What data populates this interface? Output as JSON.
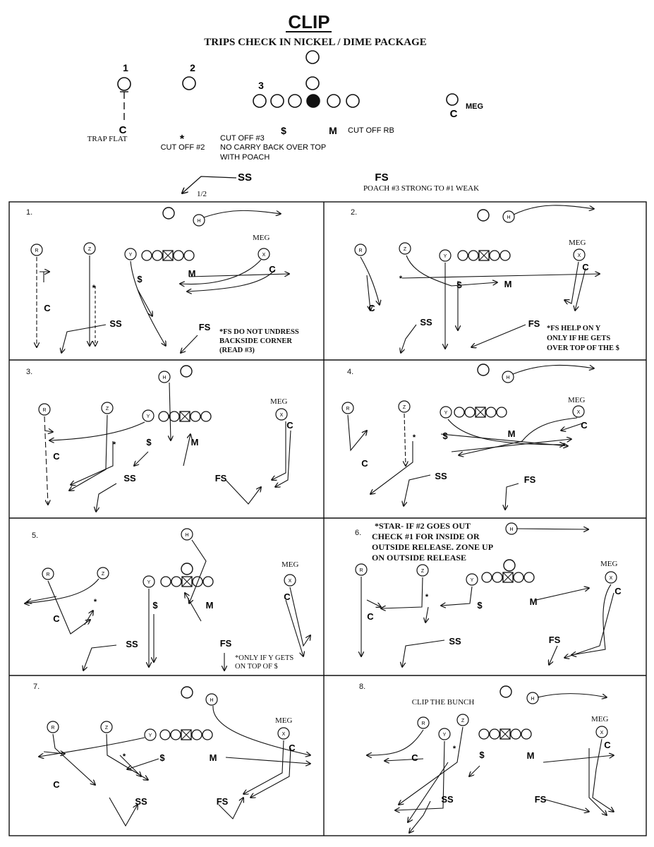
{
  "header": {
    "title": "CLIP",
    "subtitle": "TRIPS CHECK IN NICKEL / DIME PACKAGE"
  },
  "base": {
    "wr_numbers": [
      "1",
      "2",
      "3"
    ],
    "defenders": {
      "corner": "C",
      "star": "*",
      "safety_money": "$",
      "mike": "M",
      "corner_weak": "C",
      "strong_safety": "SS",
      "free_safety": "FS"
    },
    "receiver_labels": {
      "meg": "MEG"
    },
    "rules": {
      "corner": "TRAP FLAT",
      "star": "CUT OFF #2",
      "money": [
        "CUT OFF #3",
        "NO CARRY BACK OVER TOP",
        "WITH POACH"
      ],
      "mike": "CUT OFF RB",
      "ss_depth": "1/2",
      "fs": "POACH #3 STRONG TO #1 WEAK"
    }
  },
  "panels": [
    {
      "num": "1.",
      "note": [
        "*FS DO NOT UNDRESS",
        "BACKSIDE CORNER",
        "(READ #3)"
      ],
      "meg": "MEG"
    },
    {
      "num": "2.",
      "note": [
        "*FS HELP ON Y",
        "ONLY IF HE GETS",
        "OVER TOP OF THE $"
      ],
      "meg": "MEG"
    },
    {
      "num": "3.",
      "note": [],
      "meg": "MEG"
    },
    {
      "num": "4.",
      "note": [],
      "meg": "MEG"
    },
    {
      "num": "5.",
      "note": [
        "*ONLY IF Y GETS",
        "ON TOP OF $"
      ],
      "meg": "MEG"
    },
    {
      "num": "6.",
      "note": [
        "*STAR- IF #2 GOES OUT",
        "CHECK #1 FOR INSIDE OR",
        "OUTSIDE RELEASE. ZONE UP",
        "ON OUTSIDE RELEASE"
      ],
      "meg": "MEG"
    },
    {
      "num": "7.",
      "note": [],
      "meg": "MEG"
    },
    {
      "num": "8.",
      "note": [
        "CLIP THE BUNCH"
      ],
      "meg": "MEG"
    }
  ],
  "player_tags": {
    "r": "R",
    "z": "Z",
    "y": "Y",
    "h": "H",
    "x": "X"
  },
  "colors": {
    "ink": "#111111",
    "paper": "#ffffff"
  }
}
